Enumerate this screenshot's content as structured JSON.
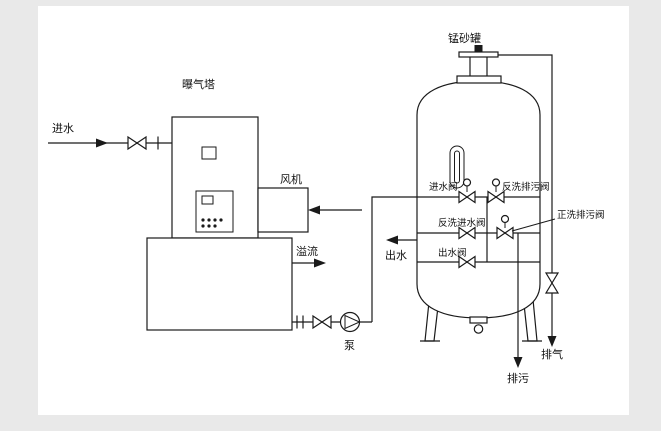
{
  "colors": {
    "page_background": "#e9e9e9",
    "canvas_background": "#ffffff",
    "line": "#1a1a1a",
    "text": "#111111"
  },
  "aeration_tower": {
    "title": "曝气塔",
    "inlet_water": "进水",
    "fan": "风机",
    "overflow": "溢流",
    "pump": "泵"
  },
  "filter_tank": {
    "title": "锰砂罐",
    "inlet_valve": "进水阀",
    "backwash_drain_valve": "反洗排污阀",
    "forward_rinse_drain_valve": "正洗排污阀",
    "backwash_inlet_valve": "反洗进水阀",
    "outlet_valve": "出水阀",
    "outlet_water": "出水",
    "exhaust": "排气",
    "drain": "排污"
  }
}
